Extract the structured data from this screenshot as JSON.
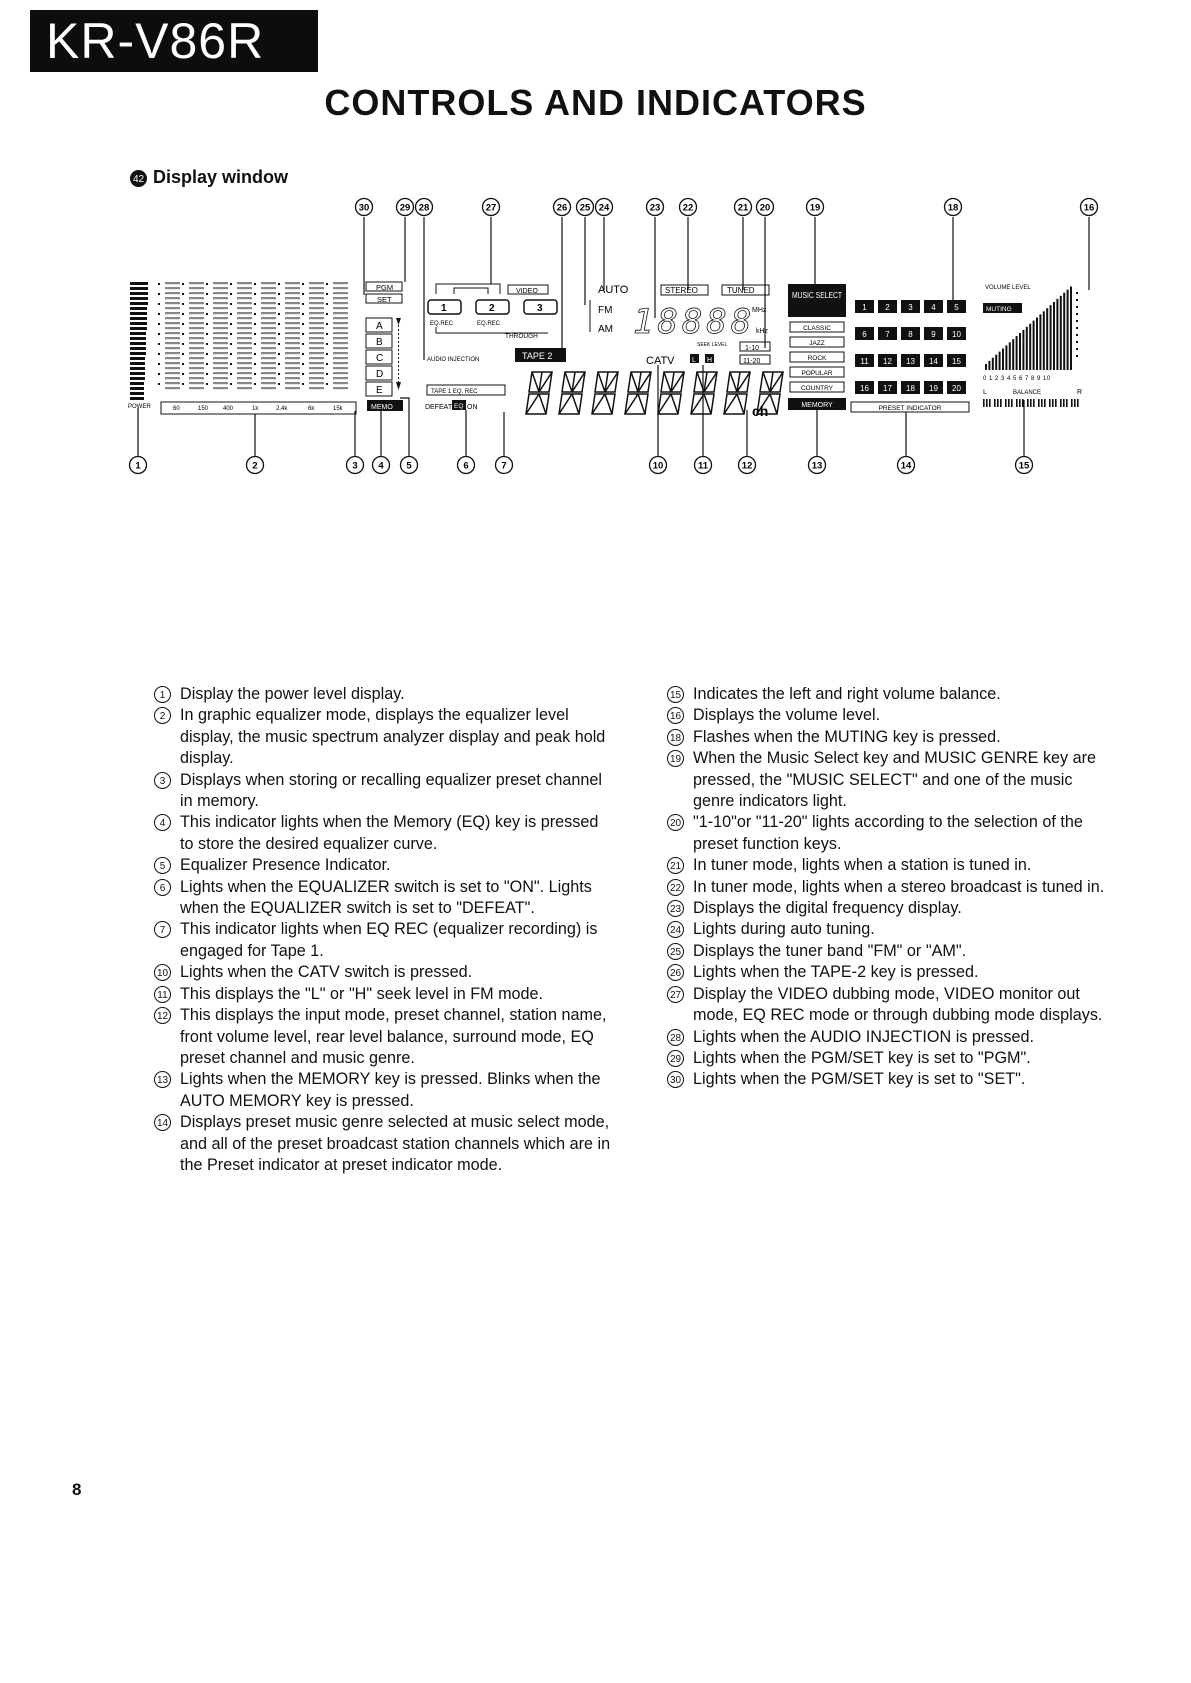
{
  "header": {
    "model": "KR-V86R",
    "title": "CONTROLS AND INDICATORS",
    "page_number": "8"
  },
  "section": {
    "number": "42",
    "title": "Display window"
  },
  "display": {
    "eq_freqs": [
      "POWER",
      "60",
      "150",
      "400",
      "1k",
      "2.4k",
      "6k",
      "15k"
    ],
    "pgm": "PGM",
    "set": "SET",
    "memory_eq": "MEMO",
    "eq_presets": [
      "A",
      "B",
      "C",
      "D",
      "E"
    ],
    "video": "VIDEO",
    "video_boxes": [
      "1",
      "2",
      "3"
    ],
    "eq_rec": "EQ.REC",
    "through": "THROUGH",
    "audio_injection": "AUDIO INJECTION",
    "tape2": "TAPE 2",
    "tape1_eq_rec": "TAPE 1 EQ. REC",
    "defeat": "DEFEAT",
    "eq": "EQ",
    "on": "ON",
    "auto": "AUTO",
    "fm": "FM",
    "am": "AM",
    "stereo": "STEREO",
    "tuned": "TUNED",
    "freq_digits": "18888",
    "mhz": "MHz",
    "khz": "kHz",
    "seek_level": "SEEK LEVEL",
    "catv": "CATV",
    "seek_l": "L",
    "seek_h": "H",
    "range1": "1-10",
    "range2": "11-20",
    "ch": "ch",
    "music_select": "MUSIC SELECT",
    "genres": [
      "CLASSIC",
      "JAZZ",
      "ROCK",
      "POPULAR",
      "COUNTRY"
    ],
    "memory": "MEMORY",
    "preset_numbers": [
      "1",
      "2",
      "3",
      "4",
      "5",
      "6",
      "7",
      "8",
      "9",
      "10",
      "11",
      "12",
      "13",
      "14",
      "15",
      "16",
      "17",
      "18",
      "19",
      "20"
    ],
    "preset_indicator": "PRESET INDICATOR",
    "volume_level": "VOLUME LEVEL",
    "muting": "MUTING",
    "volume_scale": "0 1 2 3 4 5 6 7 8 9 10",
    "balance_l": "L",
    "balance": "BALANCE",
    "balance_r": "R"
  },
  "callouts_top": [
    "30",
    "29",
    "28",
    "27",
    "26",
    "25",
    "24",
    "23",
    "22",
    "21",
    "20",
    "19",
    "18",
    "16"
  ],
  "callouts_bottom": [
    "1",
    "2",
    "3",
    "4",
    "5",
    "6",
    "7",
    "10",
    "11",
    "12",
    "13",
    "14",
    "15"
  ],
  "descriptions_left": [
    {
      "num": "1",
      "text": "Display the power level display."
    },
    {
      "num": "2",
      "text": "In graphic equalizer mode, displays the equalizer level display, the music spectrum analyzer display and peak hold display."
    },
    {
      "num": "3",
      "text": "Displays when storing or recalling equalizer preset channel in memory."
    },
    {
      "num": "4",
      "text": "This indicator lights when the Memory (EQ) key is pressed to store the desired equalizer curve."
    },
    {
      "num": "5",
      "text": "Equalizer Presence Indicator."
    },
    {
      "num": "6",
      "text": "Lights when the EQUALIZER switch is set to \"ON\". Lights when the EQUALIZER switch is set to \"DEFEAT\"."
    },
    {
      "num": "7",
      "text": "This indicator lights when EQ REC (equalizer recording) is engaged for Tape 1."
    },
    {
      "num": "10",
      "text": "Lights when the CATV switch is pressed."
    },
    {
      "num": "11",
      "text": "This displays the \"L\" or \"H\" seek level in FM mode."
    },
    {
      "num": "12",
      "text": "This displays the input mode, preset channel, station name, front volume level, rear level balance, surround mode, EQ preset channel and music genre."
    },
    {
      "num": "13",
      "text": "Lights when the MEMORY key is pressed. Blinks when the AUTO MEMORY key is pressed."
    },
    {
      "num": "14",
      "text": "Displays preset music genre selected at music select mode, and all of the preset broadcast station channels which are in the Preset indicator at preset indicator mode."
    }
  ],
  "descriptions_right": [
    {
      "num": "15",
      "text": "Indicates the left and right volume balance."
    },
    {
      "num": "16",
      "text": "Displays the volume level."
    },
    {
      "num": "18",
      "text": "Flashes when the MUTING key is pressed."
    },
    {
      "num": "19",
      "text": "When the Music Select key and MUSIC GENRE key are pressed, the \"MUSIC SELECT\" and one of the music genre indicators light."
    },
    {
      "num": "20",
      "text": "\"1-10\"or \"11-20\" lights according to the selection of the preset function keys."
    },
    {
      "num": "21",
      "text": "In tuner mode, lights when a station is tuned in."
    },
    {
      "num": "22",
      "text": "In tuner mode, lights when a stereo broadcast is tuned in."
    },
    {
      "num": "23",
      "text": "Displays the digital frequency display."
    },
    {
      "num": "24",
      "text": "Lights during auto tuning."
    },
    {
      "num": "25",
      "text": "Displays the tuner band \"FM\" or \"AM\"."
    },
    {
      "num": "26",
      "text": "Lights when the TAPE-2 key is pressed."
    },
    {
      "num": "27",
      "text": "Display the VIDEO dubbing mode, VIDEO monitor out mode, EQ REC mode or through dubbing mode displays."
    },
    {
      "num": "28",
      "text": "Lights when the AUDIO INJECTION is pressed."
    },
    {
      "num": "29",
      "text": "Lights when the PGM/SET key is set to \"PGM\"."
    },
    {
      "num": "30",
      "text": "Lights when the PGM/SET key is set to \"SET\"."
    }
  ]
}
